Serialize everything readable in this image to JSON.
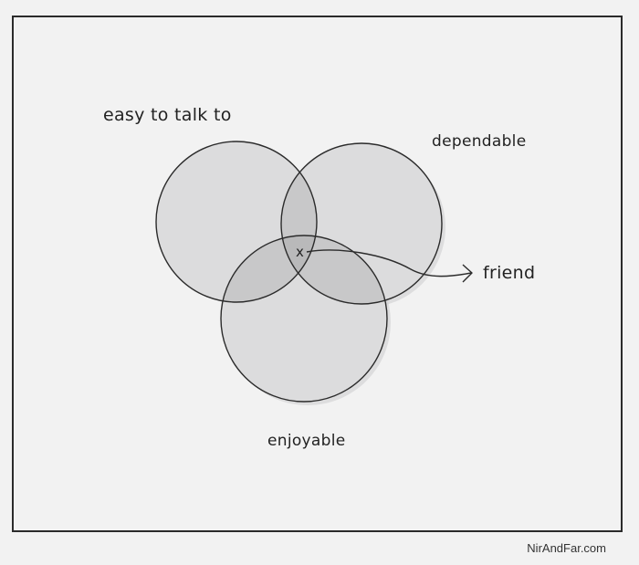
{
  "diagram": {
    "sets": [
      {
        "id": "a",
        "label": "easy to talk to"
      },
      {
        "id": "b",
        "label": "dependable"
      },
      {
        "id": "c",
        "label": "enjoyable"
      }
    ],
    "intersection_marker": "x",
    "intersection_label": "friend",
    "colors": {
      "circle_fill": "#dcdcdd",
      "stroke": "#2b2b2b",
      "background": "#f2f2f2"
    }
  },
  "footer": {
    "credit": "NirAndFar.com"
  }
}
